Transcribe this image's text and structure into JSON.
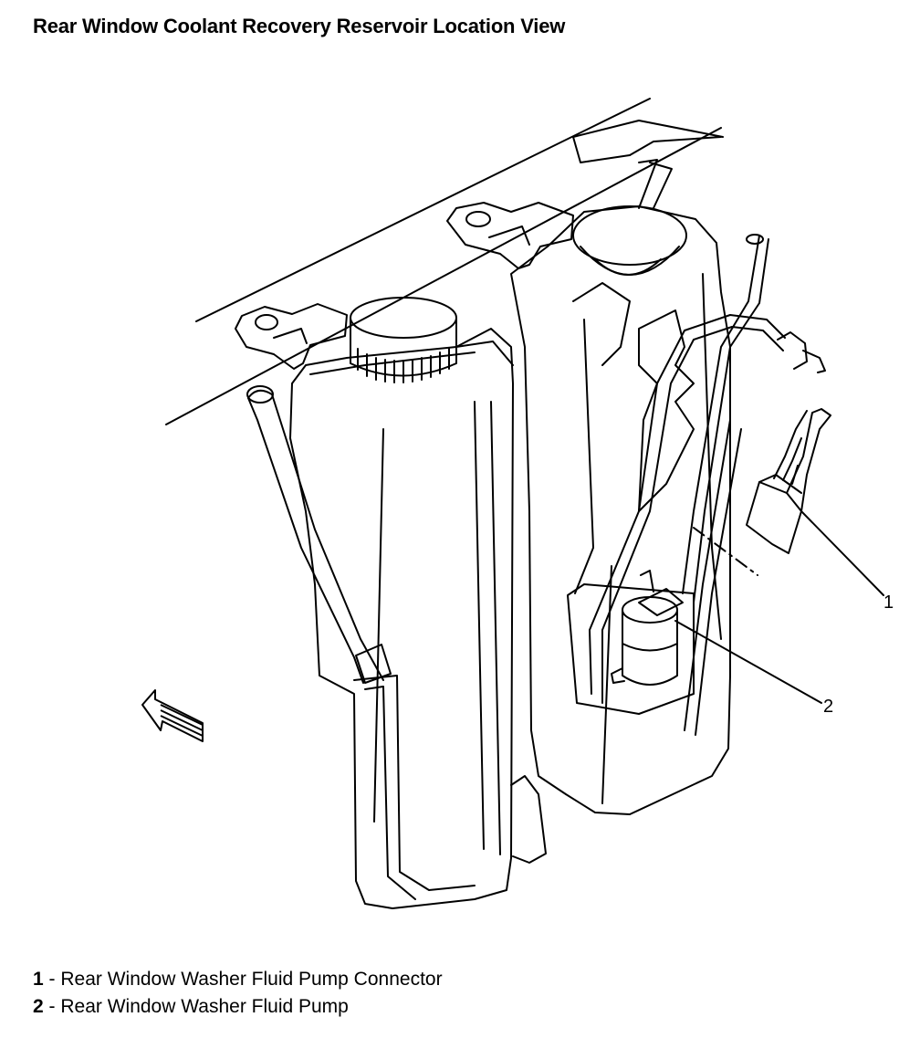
{
  "title": "Rear Window Coolant Recovery Reservoir Location View",
  "callouts": [
    {
      "number": "1",
      "label": "Rear Window Washer Fluid Pump Connector"
    },
    {
      "number": "2",
      "label": "Rear Window Washer Fluid Pump"
    }
  ],
  "legend_separator": " - ",
  "colors": {
    "line": "#000000",
    "background": "#ffffff"
  },
  "icons": [
    "direction-arrow-icon"
  ]
}
